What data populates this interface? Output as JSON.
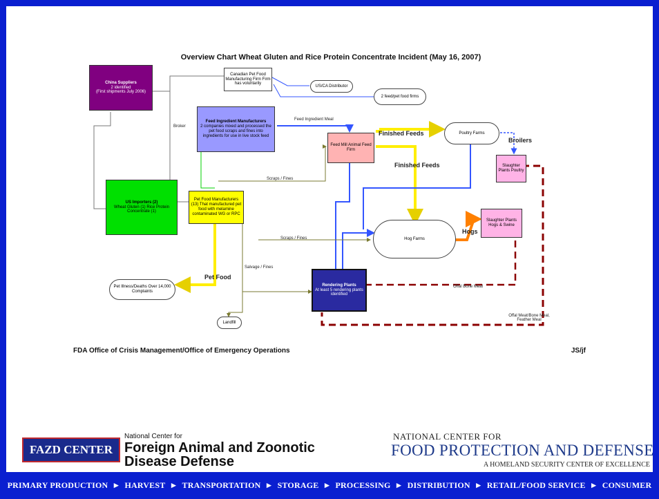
{
  "title": "Overview Chart Wheat Gluten and Rice Protein Concentrate Incident (May 16, 2007)",
  "footer_left": "FDA Office of Crisis Management/Office of Emergency Operations",
  "footer_right": "JS/jf",
  "nodes": {
    "china": {
      "title": "China Suppliers",
      "line2": "2 identified",
      "line3": "(First shipments July 2006)"
    },
    "canadian": {
      "text": "Canadian Pet Food Manufacturing Firm Firm has voluntarily"
    },
    "us_distributor": {
      "text": "US/CA Distributor"
    },
    "firm_2": {
      "text": "2 feed/pet food firms"
    },
    "feed_ingredient": {
      "title": "Feed Ingredient Manufacturers",
      "body": "2 companies mixed and processed the pet food scraps and fines into ingredients for use in live stock feed"
    },
    "feedmill": {
      "text": "Feed Mill Animal Feed Firm"
    },
    "poultry": {
      "text": "Poultry Farms"
    },
    "slaughter_top": {
      "text": "Slaughter Plants Poultry"
    },
    "us_importers": {
      "title": "US Importers (2)",
      "body": "Wheat Gluten (1) Rice Protein Concentrate (1)"
    },
    "pet_food_mfr": {
      "text": "Pet Food Manufacturers (13) That manufactured pet food with melamine contaminated WG or RPC"
    },
    "hog": {
      "text": "Hog Farms"
    },
    "slaughter_mid": {
      "text": "Slaughter Plants Hogs & Swine"
    },
    "pet_illnesses": {
      "text": "Pet Illness/Deaths Over 14,000 Complaints"
    },
    "rendering": {
      "title": "Rendering Plants",
      "body": "At least 5 rendering plants identified"
    },
    "landfill": {
      "text": "Landfill"
    }
  },
  "labels": {
    "finished_feeds_1": "Finished Feeds",
    "finished_feeds_2": "Finished Feeds",
    "broilers": "Broilers",
    "hogs": "Hogs",
    "pet_food": "Pet Food",
    "scraps_fines_1": "Scraps / Fines",
    "scraps_fines_2": "Scraps / Fines",
    "broker": "Broker",
    "feed_ingredient_meal": "Feed Ingredient Meal",
    "offal_bone": "Offal Bone Meal",
    "offal_feather": "Offal Meat/Bone Meal, Feather Meal",
    "salvage": "Salvage / Fines"
  },
  "logos": {
    "fazd_box": "FAZD CENTER",
    "fazd_small": "National Center for",
    "fazd_big": "Foreign Animal and Zoonotic Disease Defense",
    "ncfpd_1": "NATIONAL CENTER FOR",
    "ncfpd_2": "FOOD PROTECTION AND DEFENSE",
    "ncfpd_3": "A HOMELAND SECURITY CENTER OF EXCELLENCE"
  },
  "pipeline": [
    "PRIMARY PRODUCTION",
    "HARVEST",
    "TRANSPORTATION",
    "STORAGE",
    "PROCESSING",
    "DISTRIBUTION",
    "RETAIL/FOOD SERVICE",
    "CONSUMER"
  ],
  "colors": {
    "border_blue": "#0a1fd0",
    "yellow": "#ffff00",
    "green": "#00e000",
    "purple": "#800080",
    "lavender": "#9999ff",
    "pink": "#ffb3b3",
    "orange": "#ff8000",
    "maroon": "#800000"
  }
}
